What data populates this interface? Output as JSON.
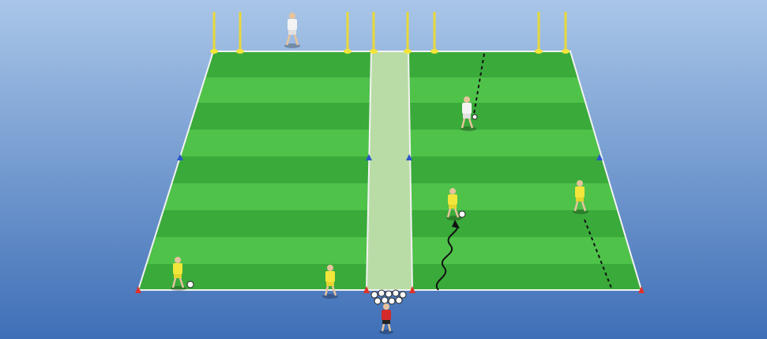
{
  "colors": {
    "sky_top": "#a9c6e8",
    "sky_bottom": "#3f6fb7",
    "grass_light": "#4fc24a",
    "grass_dark": "#2f9e34",
    "channel": "#b9dca6",
    "line": "#f2f2f2",
    "pole": "#e8d83a",
    "attacker_kit": "#f2e63a",
    "defender_kit": "#f3f3f3",
    "coach_kit": "#d42a2a",
    "cone_red": "#e0312b",
    "cone_blue": "#2c55c9",
    "cone_yellow": "#f4e43a"
  },
  "icons": {
    "attacker": "player-icon-yellow",
    "defender": "player-icon-white",
    "coach": "player-icon-red",
    "ball": "ball-icon",
    "pole": "goal-pole-icon",
    "cone": "cone-icon",
    "dribble": "dribble-path-icon",
    "run": "run-path-icon"
  }
}
